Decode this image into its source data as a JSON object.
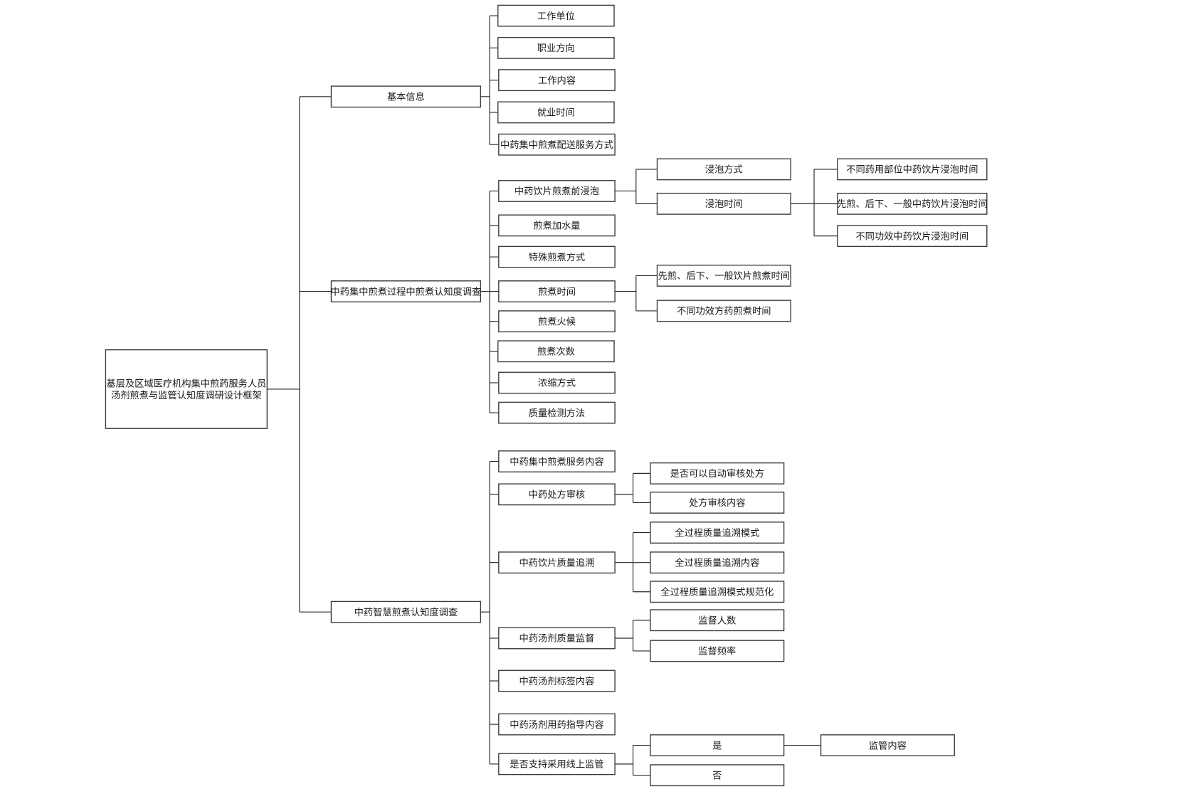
{
  "diagram": {
    "root": {
      "lines": [
        "基层及区域医疗机构集中煎药服务人员",
        "汤剂煎煮与监管认知度调研设计框架"
      ]
    },
    "branches": [
      {
        "label": "基本信息",
        "children": [
          {
            "label": "工作单位"
          },
          {
            "label": "职业方向"
          },
          {
            "label": "工作内容"
          },
          {
            "label": "就业时间"
          },
          {
            "label": "中药集中煎煮配送服务方式"
          }
        ]
      },
      {
        "label": "中药集中煎煮过程中煎煮认知度调查",
        "children": [
          {
            "label": "中药饮片煎煮前浸泡",
            "children": [
              {
                "label": "浸泡方式"
              },
              {
                "label": "浸泡时间",
                "children": [
                  {
                    "label": "不同药用部位中药饮片浸泡时间"
                  },
                  {
                    "label": "先煎、后下、一般中药饮片浸泡时间"
                  },
                  {
                    "label": "不同功效中药饮片浸泡时间"
                  }
                ]
              }
            ]
          },
          {
            "label": "煎煮加水量"
          },
          {
            "label": "特殊煎煮方式"
          },
          {
            "label": "煎煮时间",
            "children": [
              {
                "label": "先煎、后下、一般饮片煎煮时间"
              },
              {
                "label": "不同功效方药煎煮时间"
              }
            ]
          },
          {
            "label": "煎煮火候"
          },
          {
            "label": "煎煮次数"
          },
          {
            "label": "浓缩方式"
          },
          {
            "label": "质量检测方法"
          }
        ]
      },
      {
        "label": "中药智慧煎煮认知度调查",
        "children": [
          {
            "label": "中药集中煎煮服务内容"
          },
          {
            "label": "中药处方审核",
            "children": [
              {
                "label": "是否可以自动审核处方"
              },
              {
                "label": "处方审核内容"
              }
            ]
          },
          {
            "label": "中药饮片质量追溯",
            "children": [
              {
                "label": "全过程质量追溯模式"
              },
              {
                "label": "全过程质量追溯内容"
              },
              {
                "label": "全过程质量追溯模式规范化"
              }
            ]
          },
          {
            "label": "中药汤剂质量监督",
            "children": [
              {
                "label": "监督人数"
              },
              {
                "label": "监督频率"
              }
            ]
          },
          {
            "label": "中药汤剂标签内容"
          },
          {
            "label": "中药汤剂用药指导内容"
          },
          {
            "label": "是否支持采用线上监管",
            "children": [
              {
                "label": "是",
                "children": [
                  {
                    "label": "监管内容"
                  }
                ]
              },
              {
                "label": "否"
              }
            ]
          }
        ]
      }
    ]
  }
}
